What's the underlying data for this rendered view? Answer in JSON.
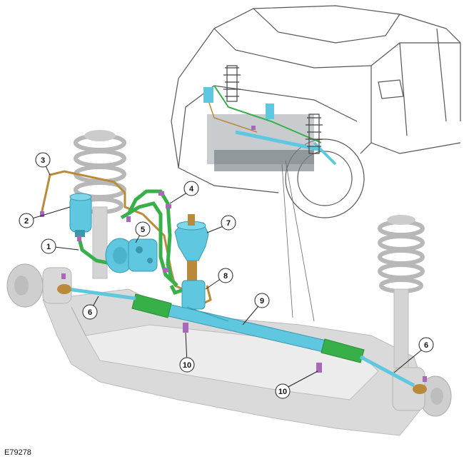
{
  "figure": {
    "code": "E79278"
  },
  "colors": {
    "steering_component": "#5fc8e0",
    "pipe_green": "#38b04a",
    "pipe_brass": "#b98a3a",
    "clip_purple": "#a86ab8",
    "structure_gray": "#d6d6d6",
    "line_dark": "#333333"
  },
  "callouts": [
    {
      "id": "c1",
      "label": "1"
    },
    {
      "id": "c2",
      "label": "2"
    },
    {
      "id": "c3",
      "label": "3"
    },
    {
      "id": "c4",
      "label": "4"
    },
    {
      "id": "c5",
      "label": "5"
    },
    {
      "id": "c6a",
      "label": "6"
    },
    {
      "id": "c6b",
      "label": "6"
    },
    {
      "id": "c7",
      "label": "7"
    },
    {
      "id": "c8",
      "label": "8"
    },
    {
      "id": "c9",
      "label": "9"
    },
    {
      "id": "c10a",
      "label": "10"
    },
    {
      "id": "c10b",
      "label": "10"
    }
  ]
}
